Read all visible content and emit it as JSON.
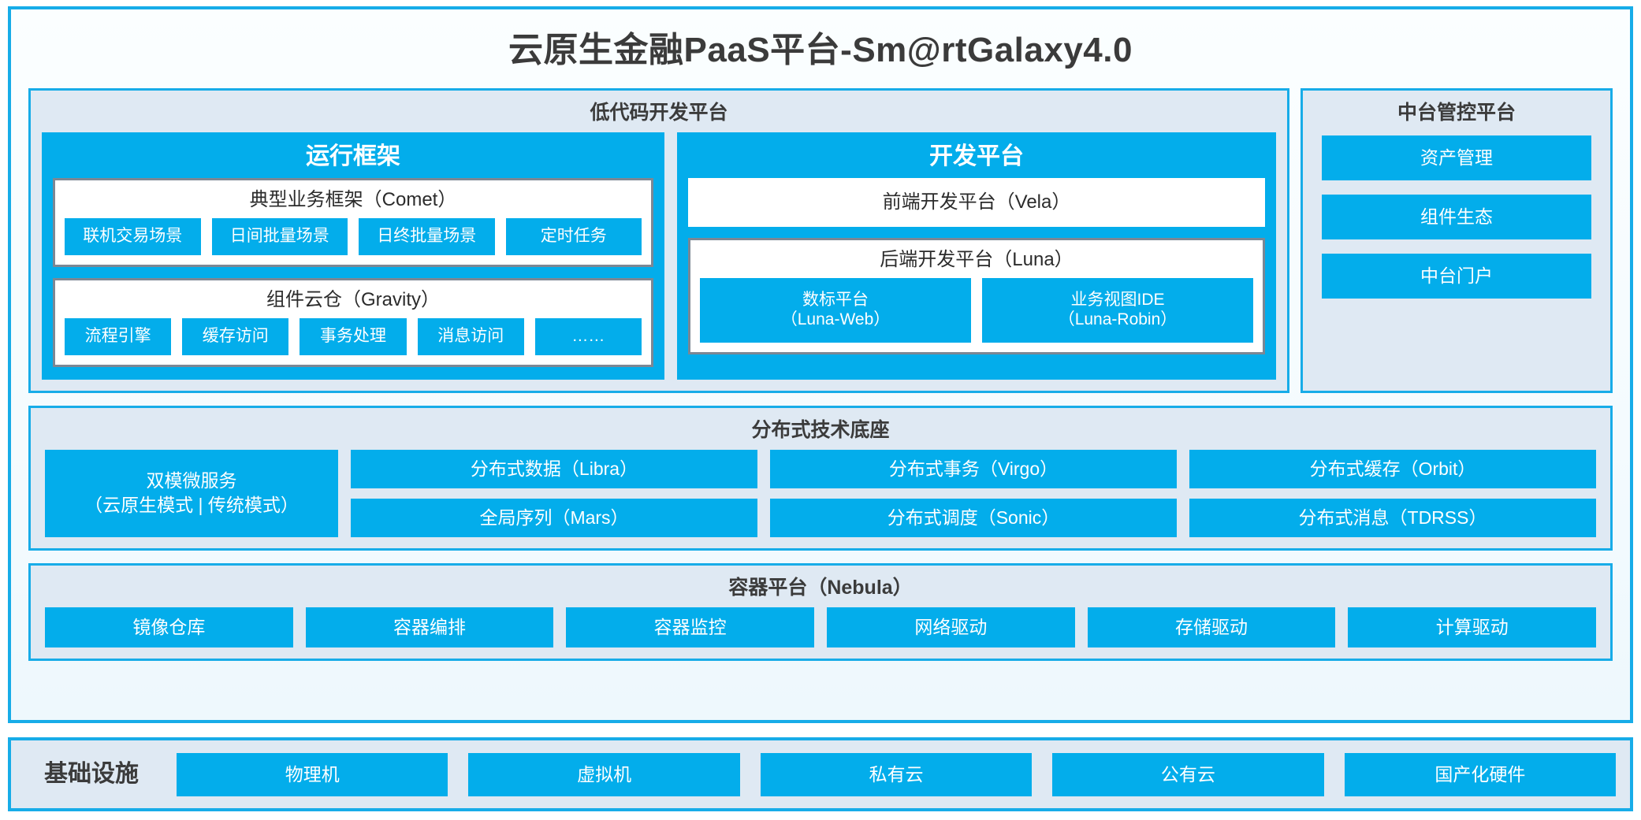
{
  "colors": {
    "accent_blue": "#03ADEB",
    "frame_border": "#17ACE8",
    "panel_bg": "#DFE9F3",
    "card_border": "#7C8794",
    "text_dark": "#3b3b3b"
  },
  "title": "云原生金融PaaS平台-Sm@rtGalaxy4.0",
  "lowcode": {
    "title": "低代码开发平台",
    "runtime": {
      "title": "运行框架",
      "comet": {
        "title": "典型业务框架（Comet）",
        "chips": [
          "联机交易场景",
          "日间批量场景",
          "日终批量场景",
          "定时任务"
        ]
      },
      "gravity": {
        "title": "组件云仓（Gravity）",
        "chips": [
          "流程引擎",
          "缓存访问",
          "事务处理",
          "消息访问",
          "……"
        ]
      }
    },
    "devplatform": {
      "title": "开发平台",
      "frontend": "前端开发平台（Vela）",
      "backend": {
        "title": "后端开发平台（Luna）",
        "chips": [
          "数标平台\n（Luna-Web）",
          "业务视图IDE\n（Luna-Robin）"
        ]
      }
    }
  },
  "midcontrol": {
    "title": "中台管控平台",
    "items": [
      "资产管理",
      "组件生态",
      "中台门户"
    ]
  },
  "distributed": {
    "title": "分布式技术底座",
    "wide_cell": "双模微服务\n（云原生模式 | 传统模式）",
    "columns": [
      [
        "分布式数据（Libra）",
        "全局序列（Mars）"
      ],
      [
        "分布式事务（Virgo）",
        "分布式调度（Sonic）"
      ],
      [
        "分布式缓存（Orbit）",
        "分布式消息（TDRSS）"
      ]
    ]
  },
  "container": {
    "title": "容器平台（Nebula）",
    "cells": [
      "镜像仓库",
      "容器编排",
      "容器监控",
      "网络驱动",
      "存储驱动",
      "计算驱动"
    ]
  },
  "infrastructure": {
    "label": "基础设施",
    "cells": [
      "物理机",
      "虚拟机",
      "私有云",
      "公有云",
      "国产化硬件"
    ]
  }
}
